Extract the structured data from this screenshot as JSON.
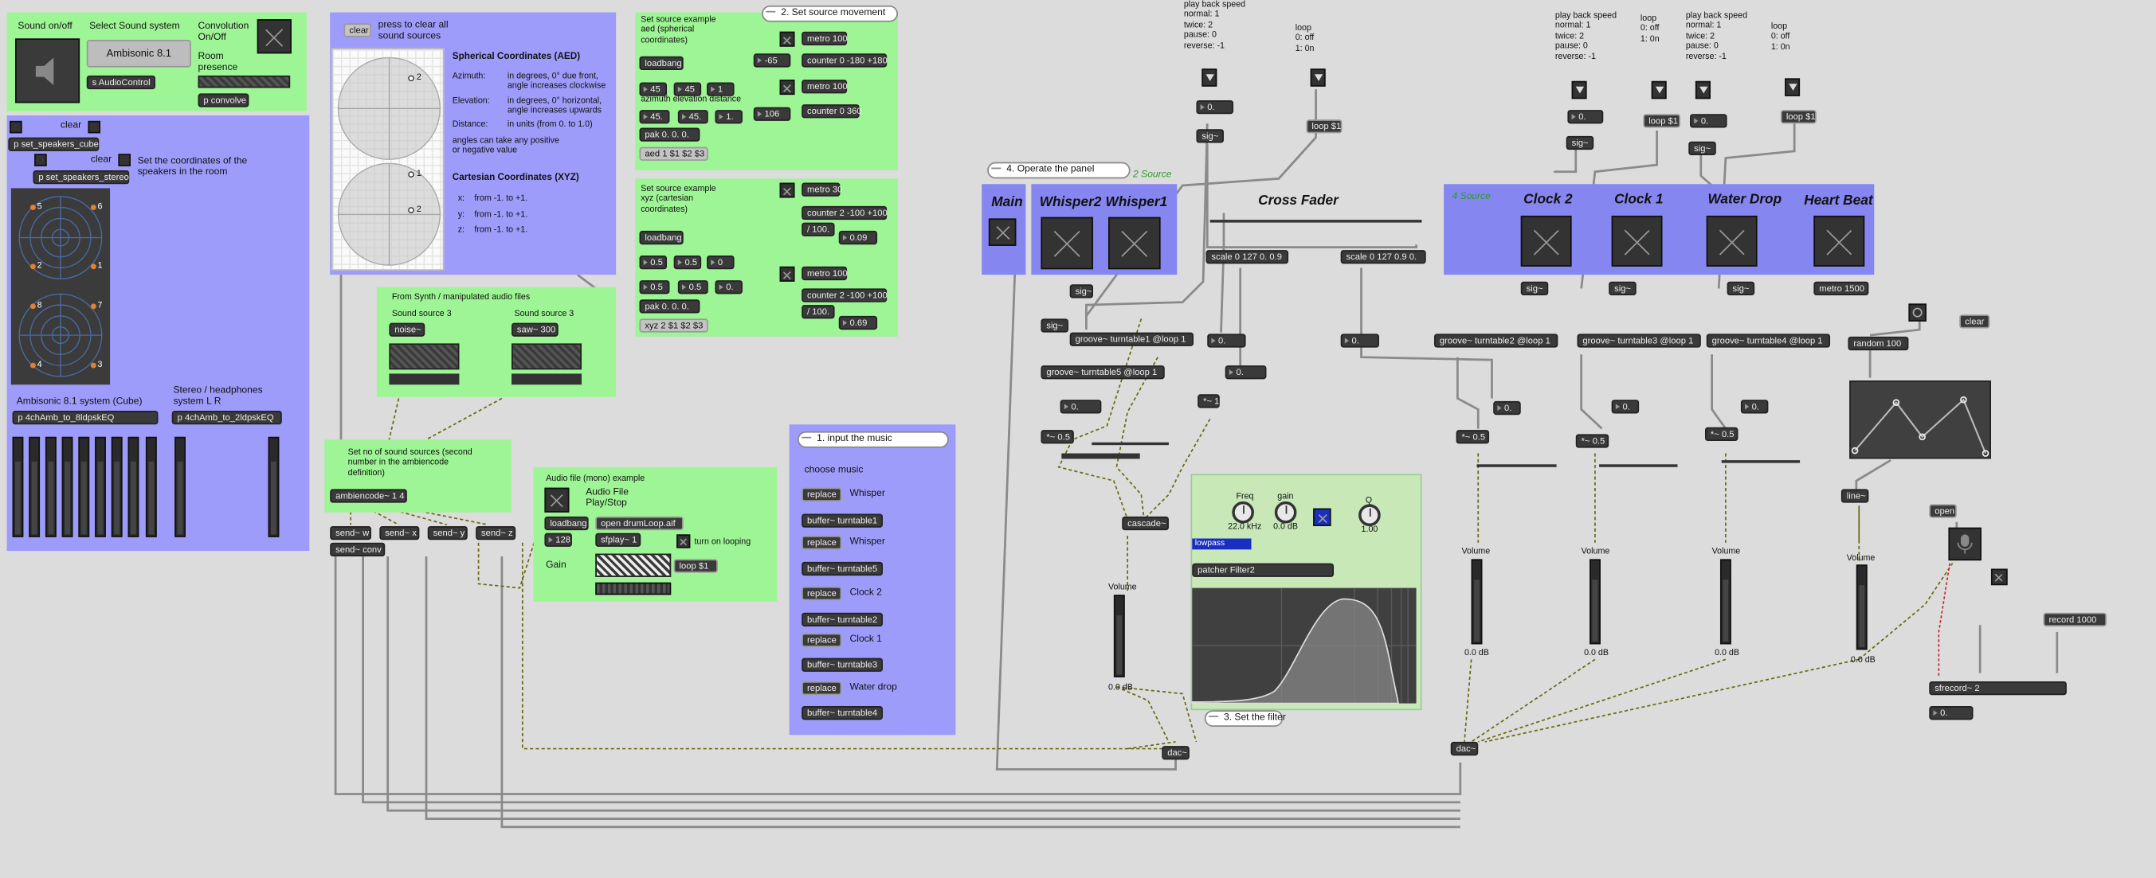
{
  "sound_panel": {
    "title": "Sound on/off",
    "select": "Select Sound system",
    "conv": "Convolution\nOn/Off",
    "system": "Ambisonic 8.1",
    "control": "s AudioControl",
    "room": "Room\npresence",
    "convolve": "p convolve"
  },
  "speakers": {
    "clear": "clear",
    "cube": "p set_speakers_cube",
    "stereo": "p set_speakers_stereo",
    "hint": "Set the coordinates of the\nspeakers in the room",
    "labels_top": [
      "5",
      "6",
      "2",
      "1"
    ],
    "labels_bottom": [
      "8",
      "7",
      "4",
      "3"
    ]
  },
  "systems": {
    "cube_label": "Ambisonic 8.1 system (Cube)",
    "cube_obj": "p 4chAmb_to_8ldpskEQ",
    "stereo_label": "Stereo / headphones\nsystem L R",
    "stereo_obj": "p 4chAmb_to_2ldpskEQ"
  },
  "coords": {
    "clear": "clear",
    "clear_hint": "press to clear all\nsound sources",
    "aed_title": "Spherical Coordinates (AED)",
    "aed_rows": [
      [
        "Azimuth:",
        "in degrees, 0° due front,\nangle increases clockwise"
      ],
      [
        "Elevation:",
        "in degrees, 0° horizontal,\nangle increases upwards"
      ],
      [
        "Distance:",
        "in units (from 0. to 1.0)"
      ]
    ],
    "aed_note": "angles can take any positive\nor negative value",
    "xyz_title": "Cartesian Coordinates (XYZ)",
    "xyz_rows": [
      [
        "x:",
        "from -1. to +1."
      ],
      [
        "y:",
        "from -1. to +1."
      ],
      [
        "z:",
        "from -1. to +1."
      ]
    ],
    "points_top": [
      "2",
      "1"
    ],
    "points_bottom": [
      "1",
      "2"
    ]
  },
  "aed_example": {
    "title": "Set source example\naed (spherical\ncoordinates)",
    "loadbang": "loadbang",
    "n1": "45",
    "n2": "45",
    "n3": "1",
    "neg": "-65",
    "metro1": "metro 100",
    "counter1": "counter 0 -180 +180",
    "metro2": "metro 100",
    "counter2": "counter 0 360",
    "hint": "azimuth elevation distance",
    "v1": "45.",
    "v2": "45.",
    "v3": "1.",
    "v4": "106",
    "pak": "pak 0. 0. 0.",
    "msg": "aed 1 $1 $2 $3"
  },
  "xyz_example": {
    "title": "Set source example\nxyz (cartesian\ncoordinates)",
    "loadbang": "loadbang",
    "n1": "0.5",
    "n2": "0.5",
    "n3": "0",
    "metro1": "metro 30",
    "counter1": "counter 2 -100 +100",
    "div1": "/ 100.",
    "r1": "0.09",
    "metro2": "metro 100",
    "counter2": "counter 2 -100 +100",
    "div2": "/ 100.",
    "r2": "0.69",
    "v1": "0.5",
    "v2": "0.5",
    "v3": "0.",
    "pak": "pak 0. 0. 0.",
    "msg": "xyz 2 $1 $2 $3"
  },
  "comments": {
    "c2": "2. Set source movement",
    "c1": "1. input the music",
    "c3": "3. Set the filter",
    "c4": "4. Operate the panel"
  },
  "synth": {
    "title": "From Synth / manipulated audio files",
    "s1": "Sound source 3",
    "s2": "Sound source 3",
    "noise": "noise~",
    "saw": "saw~ 300"
  },
  "ambience": {
    "text": "Set no of sound sources (second\nnumber in the ambiencode\ndefinition)",
    "obj": "ambiencode~ 1 4",
    "sends": [
      "send~ w",
      "send~ x",
      "send~ y",
      "send~ z"
    ],
    "conv": "send~ conv"
  },
  "audiofile": {
    "title": "Audio file (mono) example",
    "play": "Audio File\nPlay/Stop",
    "loadbang": "loadbang",
    "open": "open drumLoop.aif",
    "n": "128",
    "sfplay": "sfplay~ 1",
    "loop_hint": "turn on looping",
    "gain": "Gain",
    "loop": "loop $1"
  },
  "music": {
    "title": "choose music",
    "rows": [
      [
        "replace",
        "Whisper"
      ],
      [
        "buffer~ turntable1",
        ""
      ],
      [
        "replace",
        "Whisper"
      ],
      [
        "buffer~ turntable5",
        ""
      ],
      [
        "replace",
        "Clock 2"
      ],
      [
        "buffer~ turntable2",
        ""
      ],
      [
        "replace",
        "Clock 1"
      ],
      [
        "buffer~ turntable3",
        ""
      ],
      [
        "replace",
        "Water drop"
      ],
      [
        "buffer~ turntable4",
        ""
      ]
    ]
  },
  "playback": {
    "label": "play back speed\nnormal: 1\ntwice: 2\npause: 0\nreverse: -1",
    "loop_label": "loop\n0: off\n1: 0n",
    "loop": "loop $1",
    "zero": "0.",
    "sig": "sig~"
  },
  "panel": {
    "main": "Main",
    "w2": "Whisper2",
    "w1": "Whisper1",
    "source2": "2 Source",
    "cross": "Cross Fader",
    "clock2": "Clock 2",
    "clock1": "Clock 1",
    "water": "Water Drop",
    "heart": "Heart Beat",
    "source4": "4 Source"
  },
  "mid": {
    "scale1": "scale 0 127 0. 0.9",
    "scale2": "scale 0 127 0.9 0.",
    "groove1": "groove~ turntable1 @loop 1",
    "groove5": "groove~ turntable5 @loop 1",
    "groove2": "groove~ turntable2 @loop 1",
    "groove3": "groove~ turntable3 @loop 1",
    "groove4": "groove~ turntable4 @loop 1",
    "mul": "*~ 0.5",
    "mul1": "*~ 1",
    "cascade": "cascade~",
    "dac": "dac~",
    "volume": "Volume",
    "db": "0.0 dB",
    "metro": "metro 1500",
    "random": "random 100",
    "clear": "clear",
    "line": "line~"
  },
  "filter": {
    "freq": "Freq",
    "gain": "gain",
    "q": "Q",
    "freq_val": "22.0 kHz",
    "gain_val": "0.0 dB",
    "q_val": "1.00",
    "mode": "lowpass",
    "patcher": "patcher Filter2"
  },
  "record": {
    "open": "open",
    "rec": "record 1000",
    "sfrecord": "sfrecord~ 2",
    "time": "0."
  }
}
